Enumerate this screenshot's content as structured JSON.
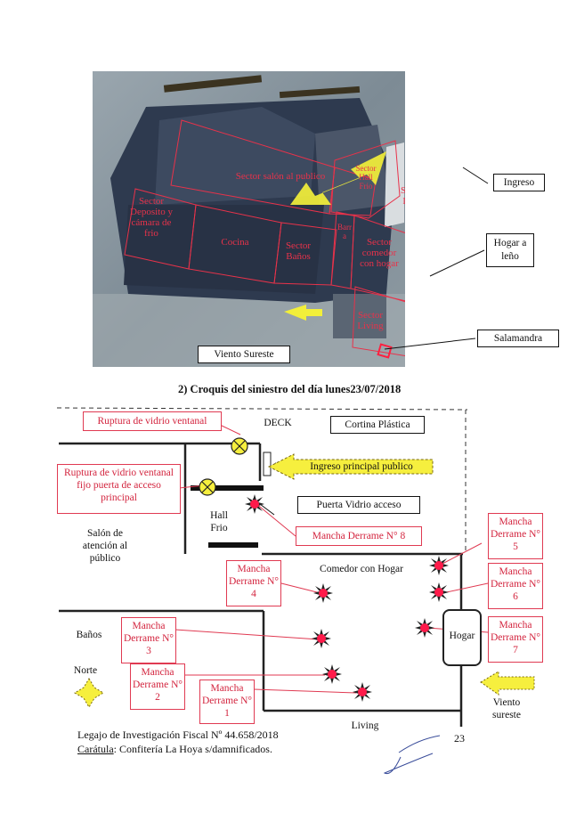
{
  "aerial": {
    "zones": {
      "salon": "Sector salón al publico",
      "hall_frio": "Sector Hall Frio",
      "deck": "Sector Deck",
      "deposito": "Sector Deposito y cámara de frio",
      "cocina": "Cocina",
      "banos": "Sector Baños",
      "barra": "Barra",
      "comedor": "Sector comedor con hogar",
      "living": "Sector Living"
    },
    "callouts": {
      "ingreso": "Ingreso",
      "hogar_leno": "Hogar a leño",
      "salamandra": "Salamandra",
      "viento": "Viento Sureste"
    }
  },
  "section_title": "2)  Croquis del siniestro del día lunes23/07/2018",
  "sketch": {
    "ruptura_ventanal": "Ruptura de vidrio ventanal",
    "deck": "DECK",
    "cortina": "Cortina Plástica",
    "ruptura_fijo": "Ruptura de vidrio ventanal fijo puerta de acceso principal",
    "ingreso_principal": "Ingreso principal publico",
    "puerta_vidrio": "Puerta Vidrio acceso",
    "hall_frio": "Hall Frio",
    "salon": "Salón de atención al público",
    "mancha8": "Mancha Derrame N° 8",
    "mancha5": "Mancha Derrame N° 5",
    "mancha4": "Mancha Derrame N° 4",
    "comedor": "Comedor con Hogar",
    "mancha6": "Mancha Derrame N° 6",
    "mancha3": "Mancha Derrame N° 3",
    "banos": "Baños",
    "hogar": "Hogar",
    "mancha7": "Mancha Derrame N° 7",
    "norte": "Norte",
    "mancha2": "Mancha Derrame N° 2",
    "mancha1": "Mancha Derrame N° 1",
    "viento": "Viento sureste",
    "living": "Living"
  },
  "footer": {
    "legajo": "Legajo de Investigación Fiscal Nº 44.658/2018",
    "caratula_label": "Carátula",
    "caratula_text": ": Confitería La Hoya s/damnificados.",
    "page_number": "23"
  },
  "colors": {
    "red": "#e8324a",
    "yellow": "#f2ef3a",
    "marker": "#ff1a4a"
  }
}
